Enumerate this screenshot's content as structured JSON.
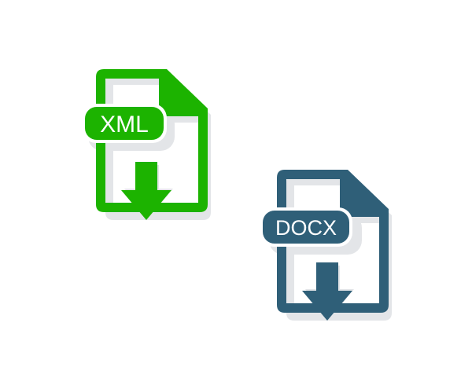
{
  "icons": [
    {
      "id": "xml",
      "label": "XML",
      "color": "#1cb300",
      "shadow": "#e3e5e8"
    },
    {
      "id": "docx",
      "label": "DOCX",
      "color": "#2f5f78",
      "shadow": "#e3e5e8"
    }
  ]
}
